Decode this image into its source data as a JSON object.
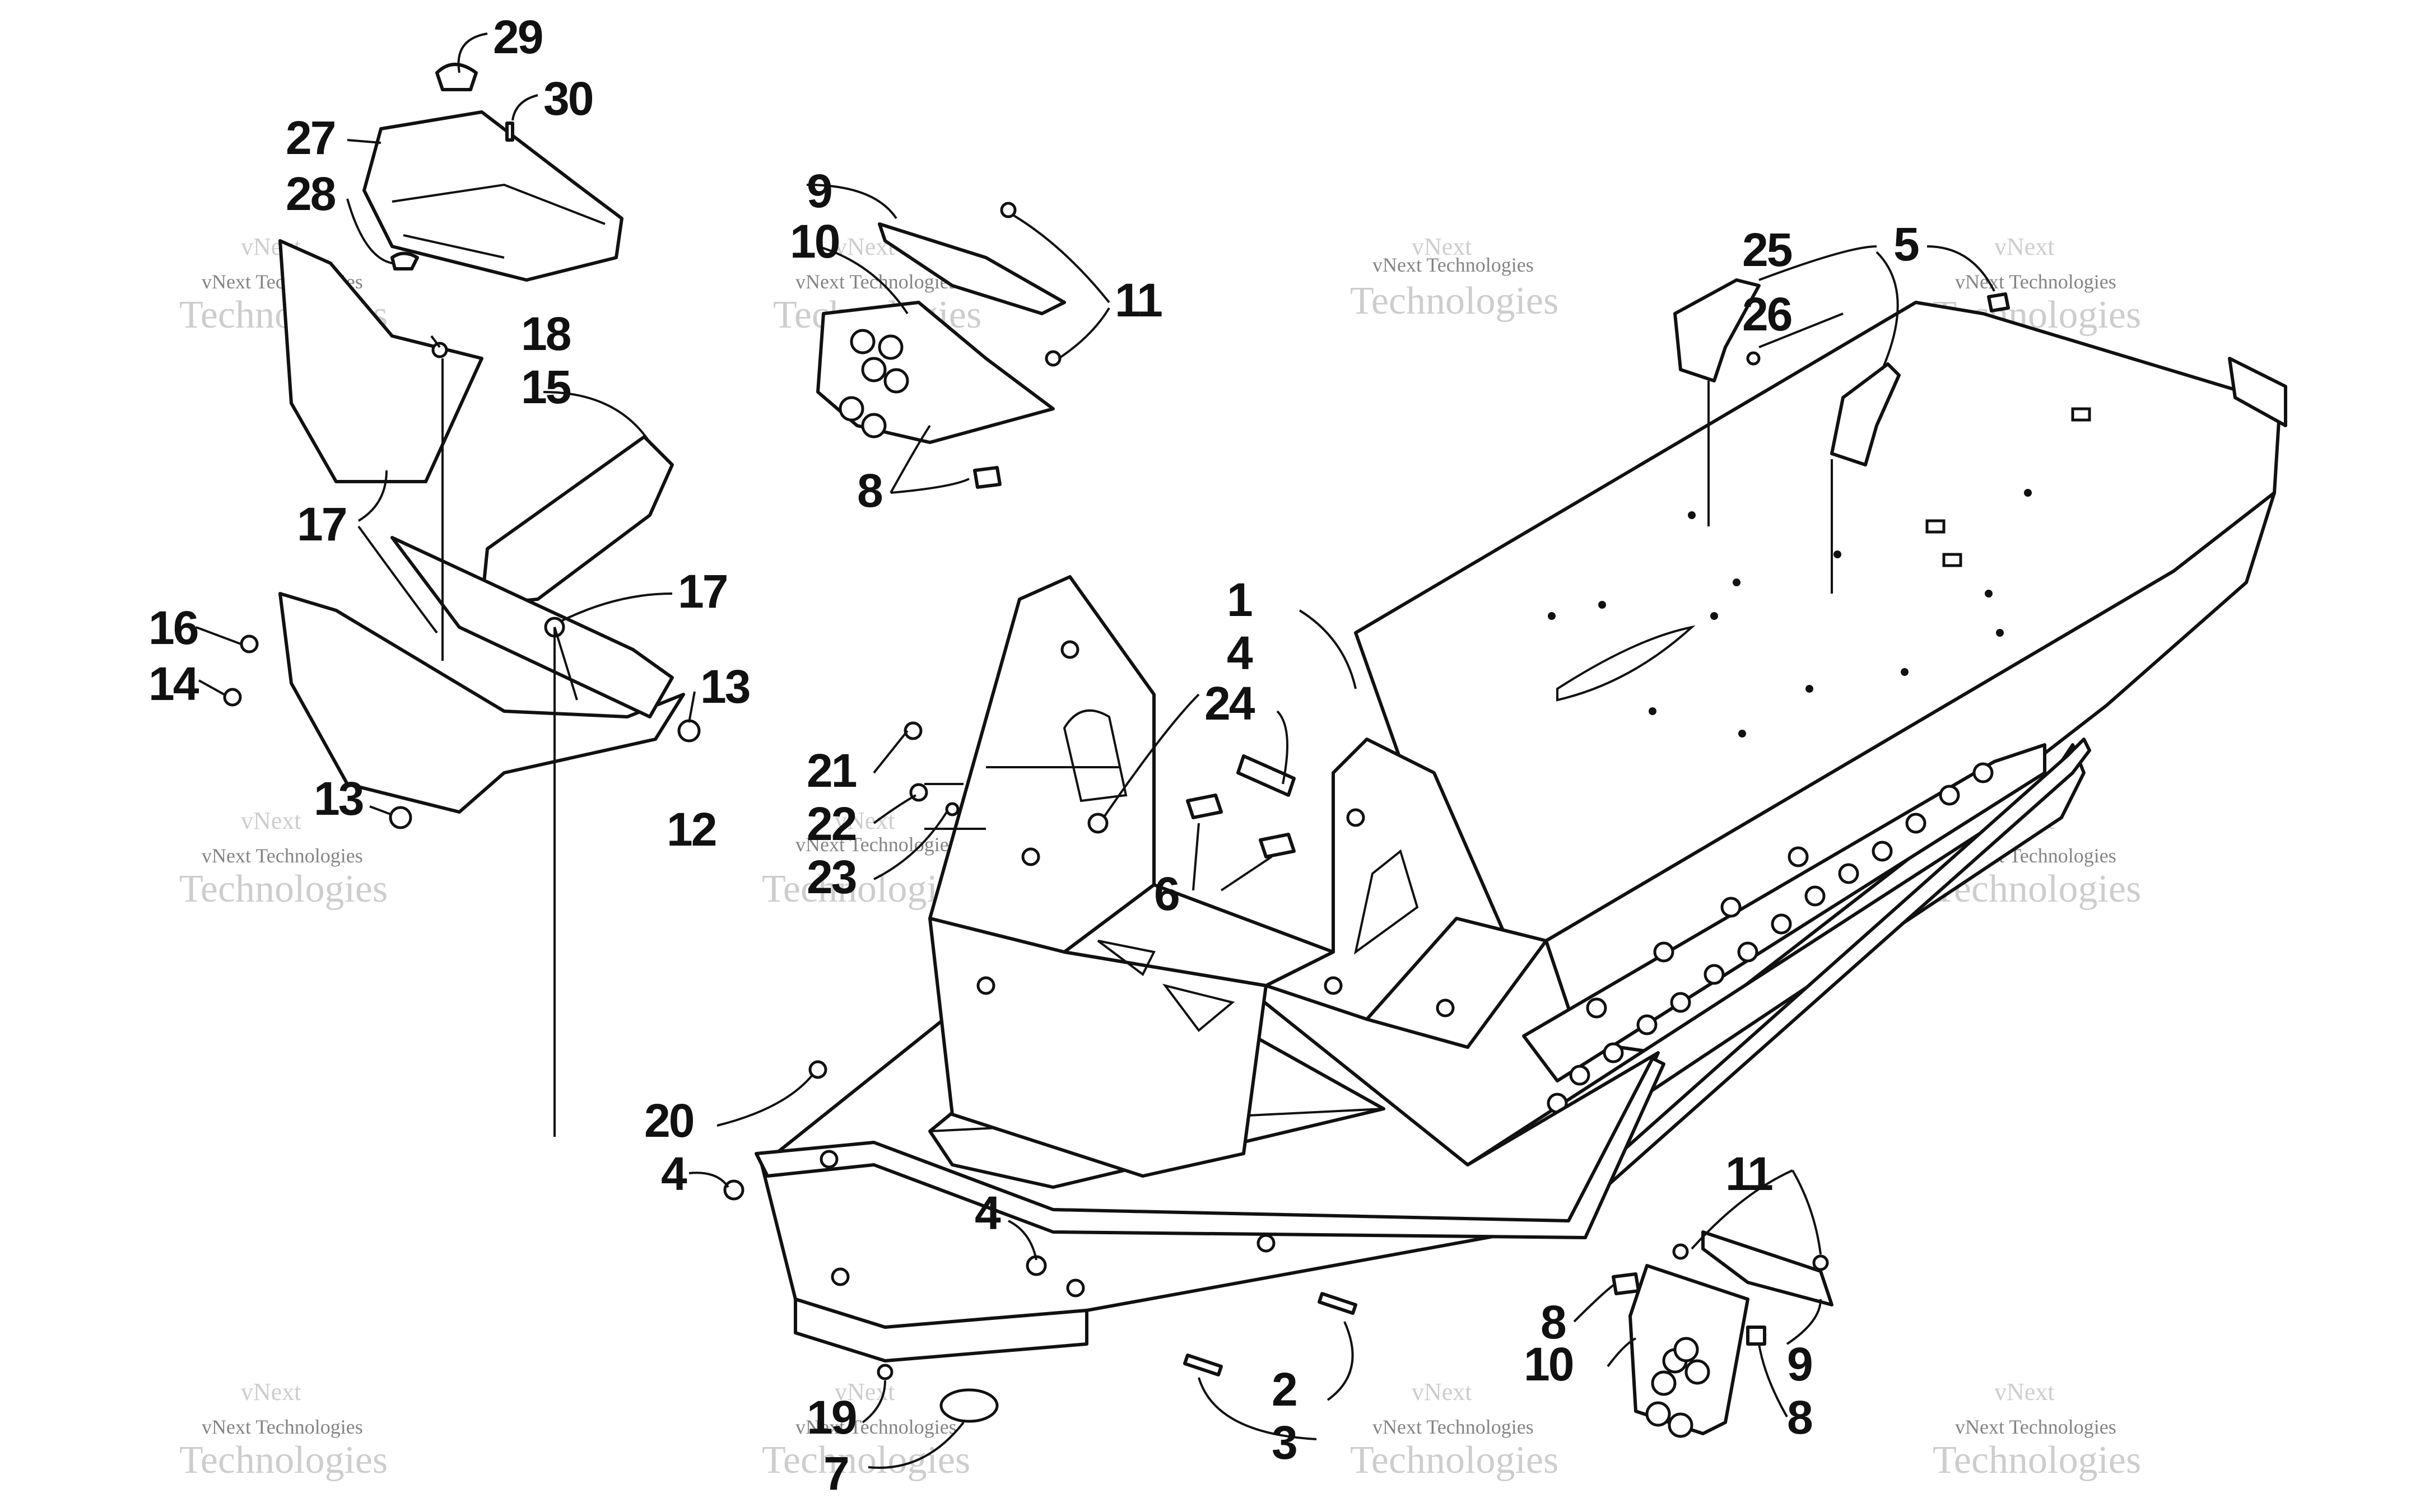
{
  "callouts": {
    "c1": "1",
    "c2": "2",
    "c3": "3",
    "c4a": "4",
    "c4b": "4",
    "c4c": "4",
    "c5": "5",
    "c6": "6",
    "c7": "7",
    "c8a": "8",
    "c8b": "8",
    "c8c": "8",
    "c9a": "9",
    "c9b": "9",
    "c10a": "10",
    "c10b": "10",
    "c11a": "11",
    "c11b": "11",
    "c12": "12",
    "c13a": "13",
    "c13b": "13",
    "c14": "14",
    "c15": "15",
    "c16": "16",
    "c17a": "17",
    "c17b": "17",
    "c18": "18",
    "c19": "19",
    "c20": "20",
    "c21": "21",
    "c22": "22",
    "c23": "23",
    "c24": "24",
    "c25": "25",
    "c26": "26",
    "c27": "27",
    "c28": "28",
    "c29": "29",
    "c30": "30"
  },
  "watermark": {
    "top": "vNext",
    "mid": "vNext Technologies",
    "bottom": "Technologies"
  }
}
